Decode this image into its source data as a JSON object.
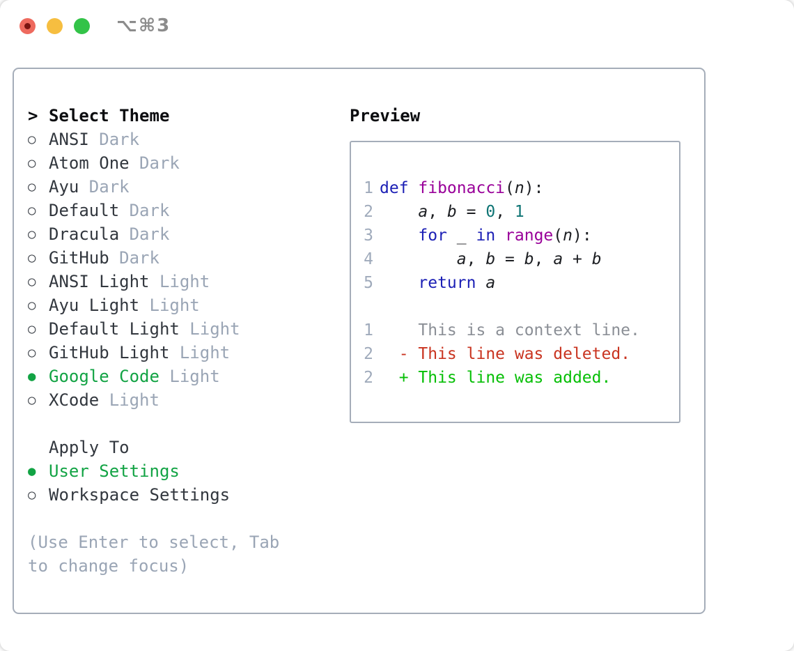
{
  "window": {
    "title": "⌥⌘3"
  },
  "theme_menu": {
    "prompt_marker": ">",
    "title": "Select Theme",
    "unselected_marker": "○",
    "selected_marker": "●",
    "items": [
      {
        "name": "ANSI",
        "variant": "Dark",
        "selected": false
      },
      {
        "name": "Atom One",
        "variant": "Dark",
        "selected": false
      },
      {
        "name": "Ayu",
        "variant": "Dark",
        "selected": false
      },
      {
        "name": "Default",
        "variant": "Dark",
        "selected": false
      },
      {
        "name": "Dracula",
        "variant": "Dark",
        "selected": false
      },
      {
        "name": "GitHub",
        "variant": "Dark",
        "selected": false
      },
      {
        "name": "ANSI Light",
        "variant": "Light",
        "selected": false
      },
      {
        "name": "Ayu Light",
        "variant": "Light",
        "selected": false
      },
      {
        "name": "Default Light",
        "variant": "Light",
        "selected": false
      },
      {
        "name": "GitHub Light",
        "variant": "Light",
        "selected": false
      },
      {
        "name": "Google Code",
        "variant": "Light",
        "selected": true
      },
      {
        "name": "XCode",
        "variant": "Light",
        "selected": false
      }
    ]
  },
  "apply_to": {
    "title": "Apply To",
    "options": [
      {
        "name": "User Settings",
        "selected": true
      },
      {
        "name": "Workspace Settings",
        "selected": false
      }
    ]
  },
  "hint": "(Use Enter to select, Tab to change focus)",
  "preview": {
    "title": "Preview",
    "code_lines": [
      {
        "num": "1",
        "tokens": [
          {
            "t": "def ",
            "s": "kw"
          },
          {
            "t": "fibonacci",
            "s": "fn"
          },
          {
            "t": "(",
            "s": "pl"
          },
          {
            "t": "n",
            "s": "var"
          },
          {
            "t": "):",
            "s": "pl"
          }
        ]
      },
      {
        "num": "2",
        "tokens": [
          {
            "t": "    ",
            "s": "pl"
          },
          {
            "t": "a",
            "s": "var"
          },
          {
            "t": ", ",
            "s": "pl"
          },
          {
            "t": "b",
            "s": "var"
          },
          {
            "t": " = ",
            "s": "pl"
          },
          {
            "t": "0",
            "s": "num"
          },
          {
            "t": ", ",
            "s": "pl"
          },
          {
            "t": "1",
            "s": "num"
          }
        ]
      },
      {
        "num": "3",
        "tokens": [
          {
            "t": "    ",
            "s": "pl"
          },
          {
            "t": "for",
            "s": "kw"
          },
          {
            "t": " _ ",
            "s": "pl"
          },
          {
            "t": "in",
            "s": "kw"
          },
          {
            "t": " ",
            "s": "pl"
          },
          {
            "t": "range",
            "s": "fn"
          },
          {
            "t": "(",
            "s": "pl"
          },
          {
            "t": "n",
            "s": "var"
          },
          {
            "t": "):",
            "s": "pl"
          }
        ]
      },
      {
        "num": "4",
        "tokens": [
          {
            "t": "        ",
            "s": "pl"
          },
          {
            "t": "a",
            "s": "var"
          },
          {
            "t": ", ",
            "s": "pl"
          },
          {
            "t": "b",
            "s": "var"
          },
          {
            "t": " = ",
            "s": "pl"
          },
          {
            "t": "b",
            "s": "var"
          },
          {
            "t": ", ",
            "s": "pl"
          },
          {
            "t": "a",
            "s": "var"
          },
          {
            "t": " + ",
            "s": "pl"
          },
          {
            "t": "b",
            "s": "var"
          }
        ]
      },
      {
        "num": "5",
        "tokens": [
          {
            "t": "    ",
            "s": "pl"
          },
          {
            "t": "return",
            "s": "kw"
          },
          {
            "t": " ",
            "s": "pl"
          },
          {
            "t": "a",
            "s": "var"
          }
        ]
      }
    ],
    "diff_lines": [
      {
        "num": "1",
        "text": "    This is a context line.",
        "kind": "context"
      },
      {
        "num": "2",
        "text": "  - This line was deleted.",
        "kind": "deleted"
      },
      {
        "num": "2",
        "text": "  + This line was added.",
        "kind": "added"
      }
    ]
  },
  "colors": {
    "accent_green": "#12a344",
    "added_green": "#06bf06",
    "deleted_red": "#c93420",
    "keyword_blue": "#1b1fb5",
    "function_purple": "#990099",
    "number_teal": "#0e7474",
    "muted_gray": "#9aa5b5",
    "text_dark": "#32373e",
    "circle_gray": "#3e434a",
    "line_number_gray": "#9faabb",
    "context_gray": "#8b8f96",
    "border_gray": "#a5adb9",
    "title_gray": "#8c8c8c",
    "traffic_red": "#ee6a5e",
    "traffic_red_dot": "#7a1410",
    "traffic_yellow": "#f6be40",
    "traffic_green": "#33c348"
  }
}
